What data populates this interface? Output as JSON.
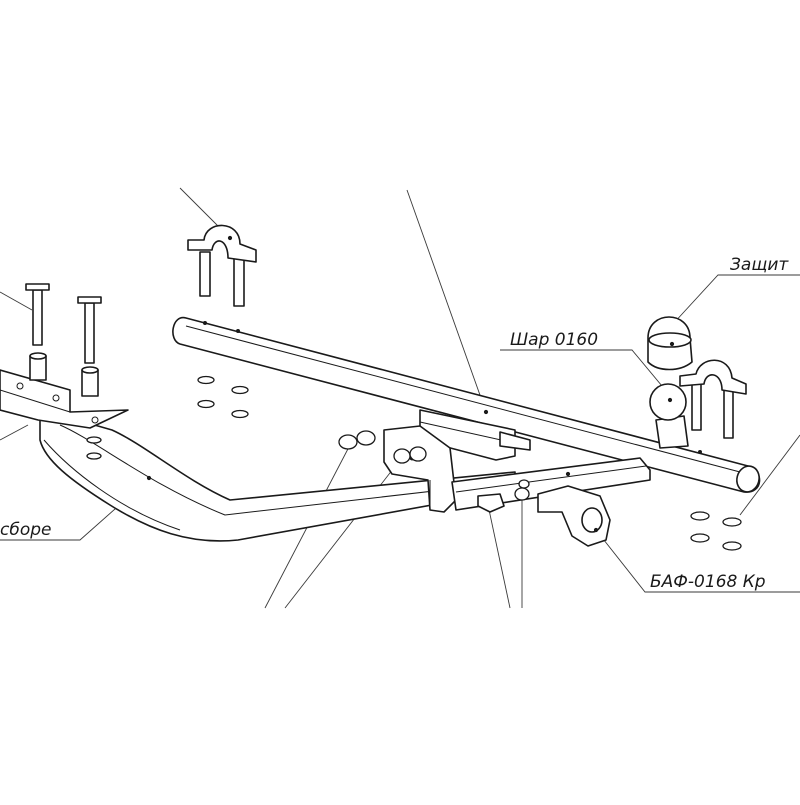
{
  "labels": {
    "protection_cap": "Защит",
    "ball": "Шар 0160",
    "assembly": "сборе",
    "bracket": "БАФ-0168 Кр"
  },
  "colors": {
    "line": "#1a1a1a",
    "background": "#ffffff"
  }
}
